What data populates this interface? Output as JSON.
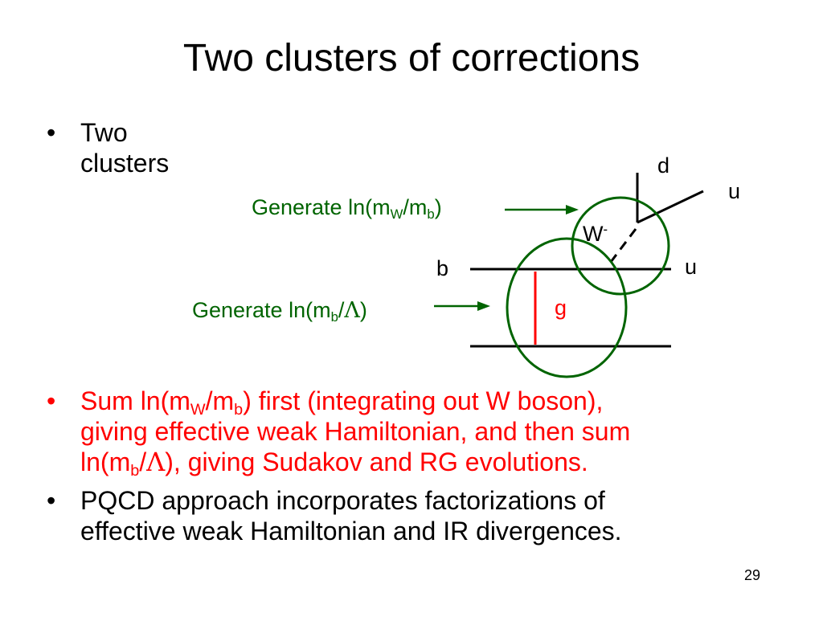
{
  "slide": {
    "title": "Two clusters of corrections",
    "page_number": "29"
  },
  "bullets": {
    "b1": {
      "symbol": "•",
      "text": "Two clusters"
    },
    "b2": {
      "symbol": "•",
      "line1_a": "Sum ln(m",
      "line1_sub1": "W",
      "line1_b": "/m",
      "line1_sub2": "b",
      "line1_c": ") first (integrating out W boson),",
      "line2": "giving effective weak Hamiltonian, and then sum",
      "line3_a": "ln(m",
      "line3_sub": "b",
      "line3_b": "/",
      "line3_lambda": "Λ",
      "line3_c": "), giving Sudakov and RG evolutions."
    },
    "b3": {
      "symbol": "•",
      "line1": "PQCD approach incorporates factorizations of",
      "line2": "effective weak Hamiltonian and IR divergences."
    }
  },
  "diagram": {
    "gen1": {
      "a": "Generate ln(m",
      "sub1": "W",
      "b": "/m",
      "sub2": "b",
      "c": ")"
    },
    "gen2": {
      "a": "Generate ln(m",
      "sub": "b",
      "b": "/",
      "lambda": "Λ",
      "c": ")"
    },
    "labels": {
      "d": "d",
      "u_top": "u",
      "w": "W",
      "w_charge": "-",
      "b": "b",
      "u_mid": "u",
      "g": "g"
    },
    "colors": {
      "green": "#006400",
      "red": "#ff0000",
      "black": "#000000"
    }
  }
}
